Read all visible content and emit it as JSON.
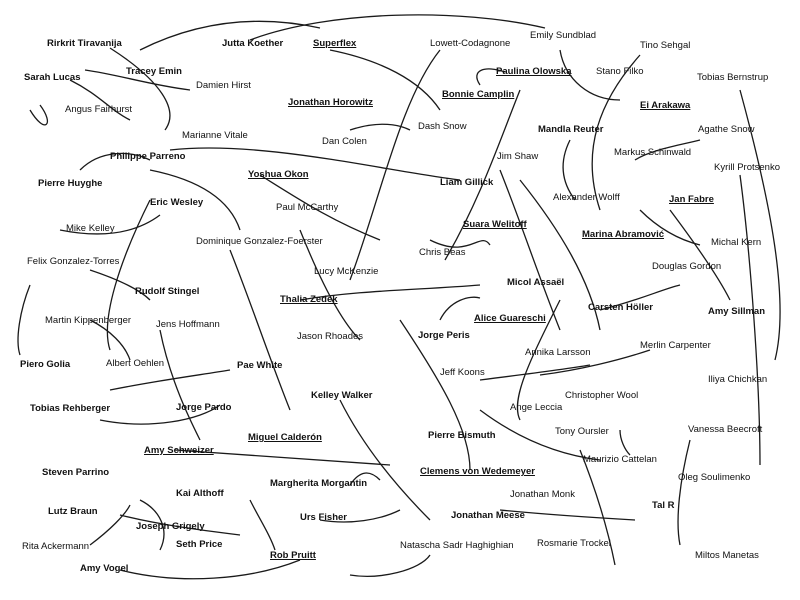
{
  "palette": {
    "ink": "#111111",
    "background": "#ffffff"
  },
  "nodes": [
    {
      "id": "rirkrit",
      "text": "Rirkrit Tiravanija",
      "bold": true,
      "underline": false
    },
    {
      "id": "jutta",
      "text": "Jutta Koether",
      "bold": true,
      "underline": false
    },
    {
      "id": "superflex",
      "text": "Superflex",
      "bold": true,
      "underline": true
    },
    {
      "id": "lowett",
      "text": "Lowett-Codagnone",
      "bold": false,
      "underline": false
    },
    {
      "id": "emily",
      "text": "Emily Sundblad",
      "bold": false,
      "underline": false
    },
    {
      "id": "tinoseh",
      "text": "Tino Sehgal",
      "bold": false,
      "underline": false
    },
    {
      "id": "sarahlucas",
      "text": "Sarah Lucas",
      "bold": true,
      "underline": false
    },
    {
      "id": "tracey",
      "text": "Tracey Emin",
      "bold": true,
      "underline": false
    },
    {
      "id": "paulina",
      "text": "Paulina Olowska",
      "bold": true,
      "underline": true
    },
    {
      "id": "stano",
      "text": "Stano Filko",
      "bold": false,
      "underline": false
    },
    {
      "id": "tobias_b",
      "text": "Tobias Bernstrup",
      "bold": false,
      "underline": false
    },
    {
      "id": "damien",
      "text": "Damien Hirst",
      "bold": false,
      "underline": false
    },
    {
      "id": "bonnie",
      "text": "Bonnie Camplin",
      "bold": true,
      "underline": true
    },
    {
      "id": "angus",
      "text": "Angus Fairhurst",
      "bold": false,
      "underline": false
    },
    {
      "id": "jhorowitz",
      "text": "Jonathan Horowitz",
      "bold": true,
      "underline": true
    },
    {
      "id": "eiarakawa",
      "text": "Ei Arakawa",
      "bold": true,
      "underline": true
    },
    {
      "id": "dashsnow",
      "text": "Dash Snow",
      "bold": false,
      "underline": false
    },
    {
      "id": "mandla",
      "text": "Mandla Reuter",
      "bold": true,
      "underline": false
    },
    {
      "id": "agathe",
      "text": "Agathe Snow",
      "bold": false,
      "underline": false
    },
    {
      "id": "marianne",
      "text": "Marianne Vitale",
      "bold": false,
      "underline": false
    },
    {
      "id": "dancolen",
      "text": "Dan Colen",
      "bold": false,
      "underline": false
    },
    {
      "id": "philippe",
      "text": "Philippe Parreno",
      "bold": true,
      "underline": false
    },
    {
      "id": "markus",
      "text": "Markus Schinwald",
      "bold": false,
      "underline": false
    },
    {
      "id": "jimshaw",
      "text": "Jim Shaw",
      "bold": false,
      "underline": false
    },
    {
      "id": "kyrill",
      "text": "Kyrill Protsenko",
      "bold": false,
      "underline": false
    },
    {
      "id": "pierreh",
      "text": "Pierre Huyghe",
      "bold": true,
      "underline": false
    },
    {
      "id": "yoshua",
      "text": "Yoshua Okon",
      "bold": true,
      "underline": true
    },
    {
      "id": "liamg",
      "text": "Liam Gillick",
      "bold": true,
      "underline": false
    },
    {
      "id": "alexw",
      "text": "Alexander Wolff",
      "bold": false,
      "underline": false
    },
    {
      "id": "ericw",
      "text": "Eric Wesley",
      "bold": true,
      "underline": false
    },
    {
      "id": "janfabre",
      "text": "Jan Fabre",
      "bold": true,
      "underline": true
    },
    {
      "id": "paulmc",
      "text": "Paul McCarthy",
      "bold": false,
      "underline": false
    },
    {
      "id": "mikek",
      "text": "Mike Kelley",
      "bold": false,
      "underline": false
    },
    {
      "id": "suara",
      "text": "Suara Welitoff",
      "bold": true,
      "underline": true
    },
    {
      "id": "marinaa",
      "text": "Marina Abramović",
      "bold": true,
      "underline": true
    },
    {
      "id": "dominique",
      "text": "Dominique Gonzalez-Foerster",
      "bold": false,
      "underline": false
    },
    {
      "id": "chrisb",
      "text": "Chris Beas",
      "bold": false,
      "underline": false
    },
    {
      "id": "michalk",
      "text": "Michal Kern",
      "bold": false,
      "underline": false
    },
    {
      "id": "felix",
      "text": "Felix Gonzalez-Torres",
      "bold": false,
      "underline": false
    },
    {
      "id": "lucymc",
      "text": "Lucy McKenzie",
      "bold": false,
      "underline": false
    },
    {
      "id": "douglasg",
      "text": "Douglas Gordon",
      "bold": false,
      "underline": false
    },
    {
      "id": "rudolf",
      "text": "Rudolf Stingel",
      "bold": true,
      "underline": false
    },
    {
      "id": "thalia",
      "text": "Thalia Zedek",
      "bold": true,
      "underline": true
    },
    {
      "id": "micol",
      "text": "Micol Assaël",
      "bold": true,
      "underline": false
    },
    {
      "id": "carsten",
      "text": "Carsten Höller",
      "bold": true,
      "underline": false
    },
    {
      "id": "amys",
      "text": "Amy Sillman",
      "bold": true,
      "underline": false
    },
    {
      "id": "martink",
      "text": "Martin Kippenberger",
      "bold": false,
      "underline": false
    },
    {
      "id": "jensh",
      "text": "Jens Hoffmann",
      "bold": false,
      "underline": false
    },
    {
      "id": "aliceg",
      "text": "Alice Guareschi",
      "bold": true,
      "underline": true
    },
    {
      "id": "jasonr",
      "text": "Jason Rhoades",
      "bold": false,
      "underline": false
    },
    {
      "id": "jorgeperis",
      "text": "Jorge Peris",
      "bold": true,
      "underline": false
    },
    {
      "id": "annikal",
      "text": "Annika Larsson",
      "bold": false,
      "underline": false
    },
    {
      "id": "merlinc",
      "text": "Merlin Carpenter",
      "bold": false,
      "underline": false
    },
    {
      "id": "pierog",
      "text": "Piero Golia",
      "bold": true,
      "underline": false
    },
    {
      "id": "alberto",
      "text": "Albert Oehlen",
      "bold": false,
      "underline": false
    },
    {
      "id": "paewhite",
      "text": "Pae White",
      "bold": true,
      "underline": false
    },
    {
      "id": "jeffk",
      "text": "Jeff Koons",
      "bold": false,
      "underline": false
    },
    {
      "id": "iliyac",
      "text": "Iliya Chichkan",
      "bold": false,
      "underline": false
    },
    {
      "id": "christw",
      "text": "Christopher Wool",
      "bold": false,
      "underline": false
    },
    {
      "id": "kelleyw",
      "text": "Kelley Walker",
      "bold": true,
      "underline": false
    },
    {
      "id": "tobiasr",
      "text": "Tobias Rehberger",
      "bold": true,
      "underline": false
    },
    {
      "id": "jorgepardo",
      "text": "Jorge Pardo",
      "bold": true,
      "underline": false
    },
    {
      "id": "angel",
      "text": "Ange Leccia",
      "bold": false,
      "underline": false
    },
    {
      "id": "tonyo",
      "text": "Tony Oursler",
      "bold": false,
      "underline": false
    },
    {
      "id": "miguelc",
      "text": "Miguel Calderón",
      "bold": true,
      "underline": true
    },
    {
      "id": "pierreb",
      "text": "Pierre Bismuth",
      "bold": true,
      "underline": false
    },
    {
      "id": "vanessab",
      "text": "Vanessa Beecroft",
      "bold": false,
      "underline": false
    },
    {
      "id": "amyschw",
      "text": "Amy Schweizer",
      "bold": true,
      "underline": true
    },
    {
      "id": "maurizio",
      "text": "Maurizio Cattelan",
      "bold": false,
      "underline": false
    },
    {
      "id": "stevenp",
      "text": "Steven Parrino",
      "bold": true,
      "underline": false
    },
    {
      "id": "clemens",
      "text": "Clemens von Wedemeyer",
      "bold": true,
      "underline": true
    },
    {
      "id": "olegs",
      "text": "Oleg Soulimenko",
      "bold": false,
      "underline": false
    },
    {
      "id": "kaia",
      "text": "Kai Althoff",
      "bold": true,
      "underline": false
    },
    {
      "id": "margherita",
      "text": "Margherita Morgantin",
      "bold": true,
      "underline": false
    },
    {
      "id": "jonathanm",
      "text": "Jonathan Monk",
      "bold": false,
      "underline": false
    },
    {
      "id": "lutzb",
      "text": "Lutz Braun",
      "bold": true,
      "underline": false
    },
    {
      "id": "talr",
      "text": "Tal R",
      "bold": true,
      "underline": false
    },
    {
      "id": "josephg",
      "text": "Joseph Grigely",
      "bold": true,
      "underline": false
    },
    {
      "id": "ursf",
      "text": "Urs Fisher",
      "bold": true,
      "underline": false
    },
    {
      "id": "jmeese",
      "text": "Jonathan Meese",
      "bold": true,
      "underline": false
    },
    {
      "id": "ritaa",
      "text": "Rita Ackermann",
      "bold": false,
      "underline": false
    },
    {
      "id": "sethp",
      "text": "Seth Price",
      "bold": true,
      "underline": false
    },
    {
      "id": "rosemarie",
      "text": "Rosmarie Trockel",
      "bold": false,
      "underline": false
    },
    {
      "id": "miltos",
      "text": "Miltos Manetas",
      "bold": false,
      "underline": false
    },
    {
      "id": "natascha",
      "text": "Natascha Sadr Haghighian",
      "bold": false,
      "underline": false
    },
    {
      "id": "robp",
      "text": "Rob Pruitt",
      "bold": true,
      "underline": true
    },
    {
      "id": "amyvogel",
      "text": "Amy Vogel",
      "bold": true,
      "underline": false
    }
  ]
}
